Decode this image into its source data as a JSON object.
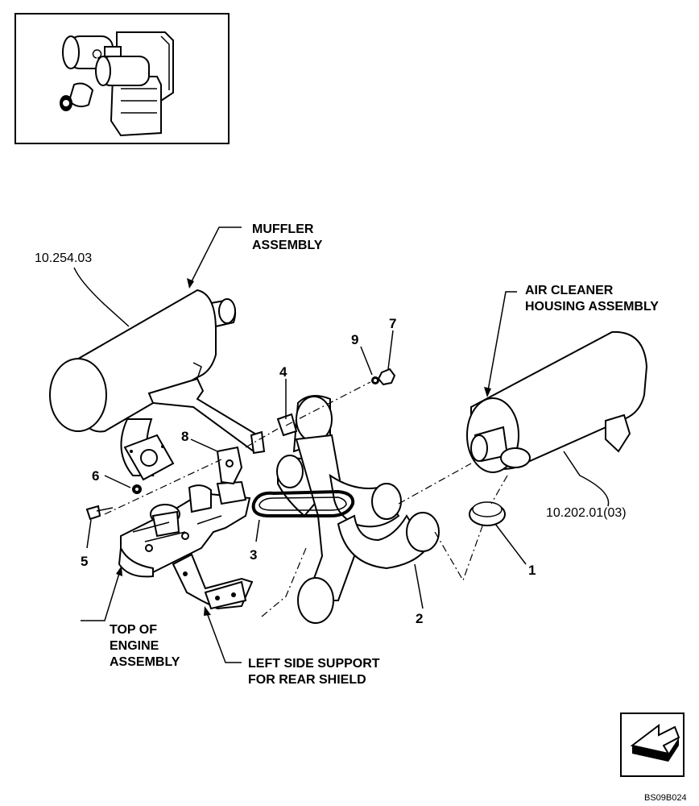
{
  "labels": {
    "muffler": [
      "MUFFLER",
      "ASSEMBLY"
    ],
    "air_cleaner": [
      "AIR CLEANER",
      "HOUSING ASSEMBLY"
    ],
    "engine": [
      "TOP OF",
      "ENGINE",
      "ASSEMBLY"
    ],
    "support": [
      "LEFT SIDE SUPPORT",
      "FOR REAR SHIELD"
    ]
  },
  "refs": {
    "muffler_ref": "10.254.03",
    "air_cleaner_ref": "10.202.01(03)"
  },
  "callouts": [
    "1",
    "2",
    "3",
    "4",
    "5",
    "6",
    "7",
    "8",
    "9"
  ],
  "drawing_code": "BS09B024",
  "icons": {
    "nav": "arrow-left-down-icon"
  }
}
